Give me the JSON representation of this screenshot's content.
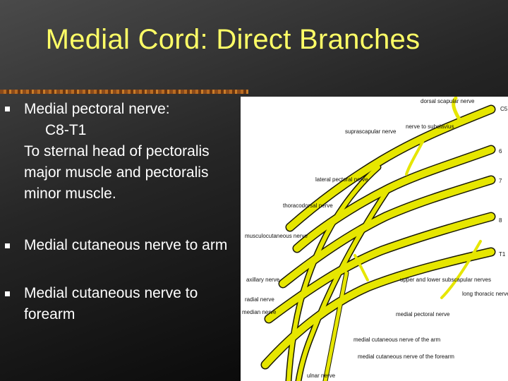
{
  "slide": {
    "title": "Medial Cord: Direct Branches",
    "bullets": [
      {
        "line1": "Medial pectoral nerve:",
        "line2": "C8-T1",
        "line3": "To sternal head of pectoralis major muscle and pectoralis minor muscle."
      },
      {
        "text": "Medial cutaneous nerve to arm"
      },
      {
        "text": "Medial cutaneous nerve to forearm"
      }
    ]
  },
  "figure": {
    "labels": {
      "dorsal_scapular": "dorsal scapular nerve",
      "c5": "C5",
      "subclavius": "nerve to subclavius",
      "suprascapular": "suprascapular nerve",
      "six": "6",
      "seven": "7",
      "lateral_pectoral": "lateral pectoral nerve",
      "thoracodorsal": "thoracodorsal nerve",
      "eight": "8",
      "musculocutaneous": "musculocutaneous nerve",
      "t1": "T1",
      "axillary": "axillary nerve",
      "subscapular": "upper and lower subscapular nerves",
      "long_thoracic": "long thoracic nerve",
      "radial": "radial nerve",
      "median": "median nerve",
      "medial_pectoral": "medial pectoral nerve",
      "mcn_arm": "medial cutaneous nerve of the arm",
      "mcn_forearm": "medial cutaneous nerve of the forearm",
      "ulnar": "ulnar nerve"
    }
  }
}
